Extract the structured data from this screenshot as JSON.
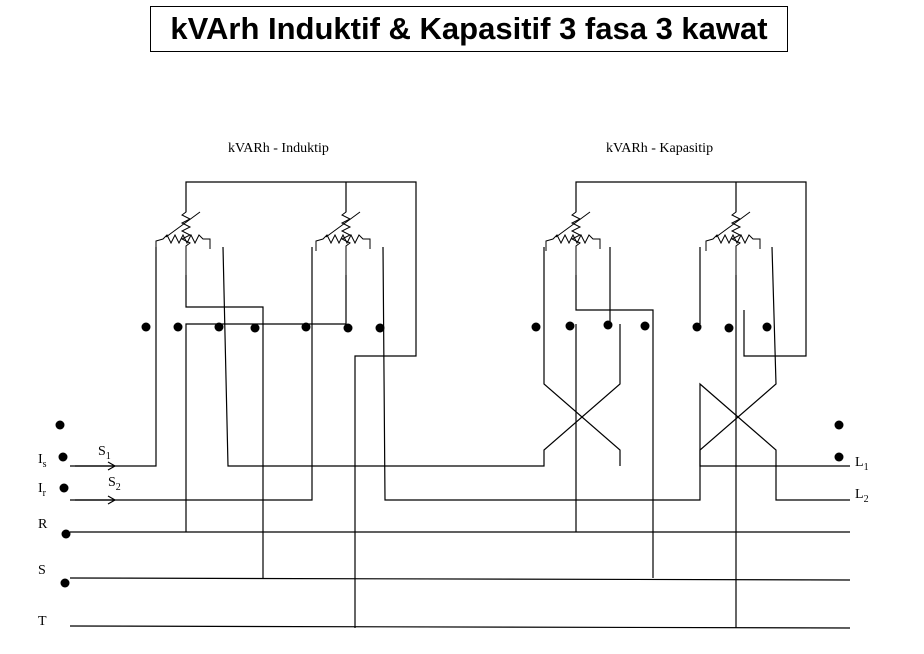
{
  "title": "kVArh Induktif & Kapasitif 3 fasa 3 kawat",
  "meter_labels": {
    "inductive": "kVARh  - Induktip",
    "capacitive": "kVARh  - Kapasitip"
  },
  "terminals": {
    "is": {
      "main": "I",
      "sub": "s"
    },
    "ir": {
      "main": "I",
      "sub": "r"
    },
    "s1": {
      "main": "S",
      "sub": "1"
    },
    "s2": {
      "main": "S",
      "sub": "2"
    },
    "l1": {
      "main": "L",
      "sub": "1"
    },
    "l2": {
      "main": "L",
      "sub": "2"
    },
    "r": "R",
    "s": "S",
    "t": "T"
  }
}
